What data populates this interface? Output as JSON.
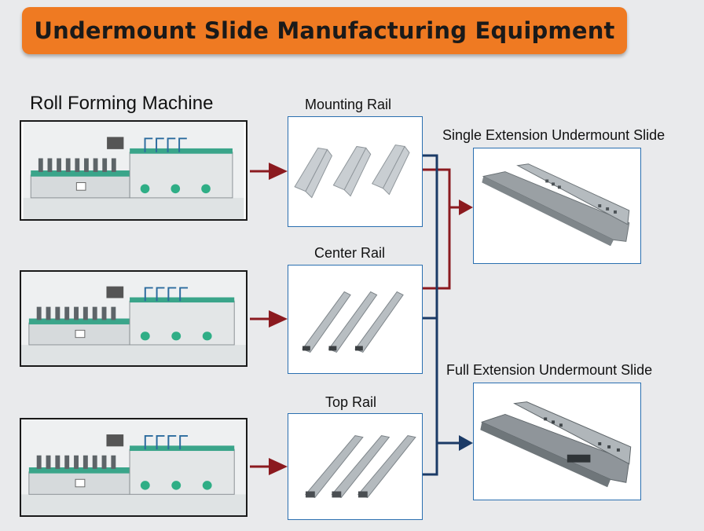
{
  "title": "Undermount Slide Manufacturing Equipment",
  "machine_section_label": "Roll Forming Machine",
  "machines": [
    {
      "name": "roll-forming-machine-1"
    },
    {
      "name": "roll-forming-machine-2"
    },
    {
      "name": "roll-forming-machine-3"
    }
  ],
  "rails": [
    {
      "label": "Mounting Rail"
    },
    {
      "label": "Center Rail"
    },
    {
      "label": "Top Rail"
    }
  ],
  "products": [
    {
      "label": "Single Extension Undermount Slide"
    },
    {
      "label": "Full Extension Undermount Slide"
    }
  ],
  "colors": {
    "banner": "#ef7a22",
    "arrow_red": "#8b1a1f",
    "arrow_blue": "#1b3a66",
    "box_border": "#2a6fb0"
  }
}
